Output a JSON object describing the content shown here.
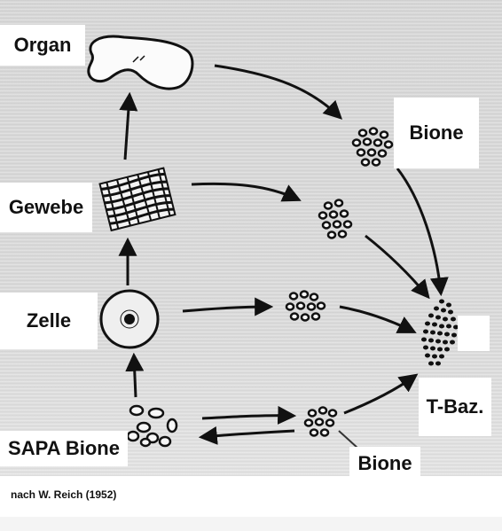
{
  "labels": {
    "organ": "Organ",
    "gewebe": "Gewebe",
    "zelle": "Zelle",
    "sapa_bione": "SAPA Bione",
    "bione_top": "Bione",
    "bione_bottom": "Bione",
    "t_baz": "T-Baz."
  },
  "caption": "nach W. Reich (1952)",
  "colors": {
    "ink": "#111111",
    "paper": "#d8d8d8",
    "label_bg": "#ffffff"
  }
}
